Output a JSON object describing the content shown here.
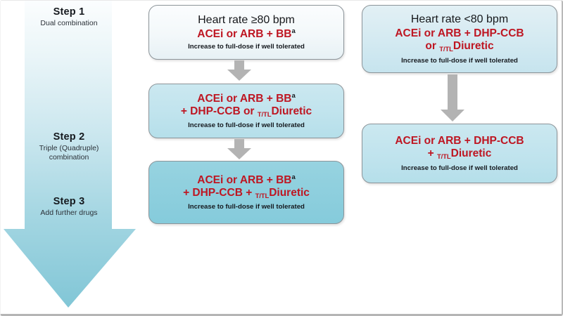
{
  "steps": [
    {
      "title": "Step 1",
      "subtitle": "Dual combination"
    },
    {
      "title": "Step 2",
      "subtitle": "Triple (Quadruple)\ncombination"
    },
    {
      "title": "Step 3",
      "subtitle": "Add further drugs"
    }
  ],
  "step2_sub_line1": "Triple (Quadruple)",
  "step2_sub_line2": "combination",
  "boxes": {
    "hr_high": {
      "heading": "Heart rate ≥80 bpm",
      "drug_line1_pre": "ACEi or ARB + BB",
      "drug_line1_sup": "a",
      "note": "Increase to full-dose if well tolerated"
    },
    "hr_low": {
      "heading": "Heart rate <80 bpm",
      "drug_line1": "ACEi or ARB + DHP-CCB",
      "drug_line2_pre": "or ",
      "drug_line2_sub": "T/TL",
      "drug_line2_post": "Diuretic",
      "note": "Increase to full-dose if well tolerated"
    },
    "triple_left": {
      "drug_line1_pre": "ACEi or ARB + BB",
      "drug_line1_sup": "a",
      "drug_line2_pre": "+ DHP-CCB or ",
      "drug_line2_sub": "T/TL",
      "drug_line2_post": "Diuretic",
      "note": "Increase to full-dose if well tolerated"
    },
    "quad_left": {
      "drug_line1_pre": "ACEi or ARB + BB",
      "drug_line1_sup": "a",
      "drug_line2_pre": "+ DHP-CCB + ",
      "drug_line2_sub": "T/TL",
      "drug_line2_post": "Diuretic",
      "note": "Increase to full-dose if well tolerated"
    },
    "triple_right": {
      "drug_line1": "ACEi or ARB + DHP-CCB",
      "drug_line2_pre": "+ ",
      "drug_line2_sub": "T/TL",
      "drug_line2_post": "Diuretic",
      "note": "Increase to full-dose if well tolerated"
    }
  },
  "colors": {
    "drug_red": "#be1622",
    "arrow_top": "#f3fafc",
    "arrow_bottom": "#84c7d7",
    "connector_gray": "#b3b3b3",
    "box_border": "#8c9499"
  }
}
